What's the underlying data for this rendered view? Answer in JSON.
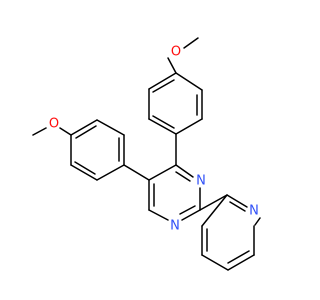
{
  "structure": {
    "colors": {
      "bond": "#000000",
      "oxygen": "#ff0d0d",
      "nitrogen": "#3050f8",
      "background": "#ffffff"
    },
    "atoms": {
      "o_top": "O",
      "o_left": "O",
      "n_pyrimidine_right": "N",
      "n_pyrimidine_bottom": "N",
      "n_pyridine": "N"
    }
  }
}
